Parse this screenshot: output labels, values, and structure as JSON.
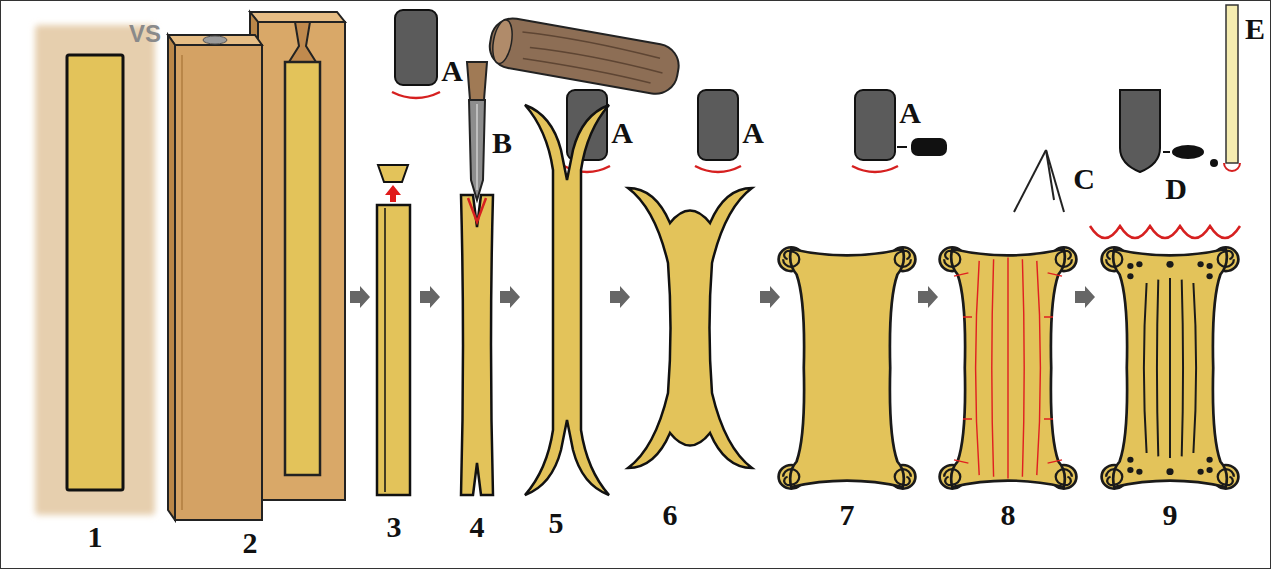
{
  "diagram": {
    "labels": [
      "1",
      "VS",
      "2",
      "A",
      "3",
      "B",
      "4",
      "A",
      "5",
      "A",
      "6",
      "A",
      "7",
      "C",
      "8",
      "D",
      "E",
      "9"
    ]
  }
}
